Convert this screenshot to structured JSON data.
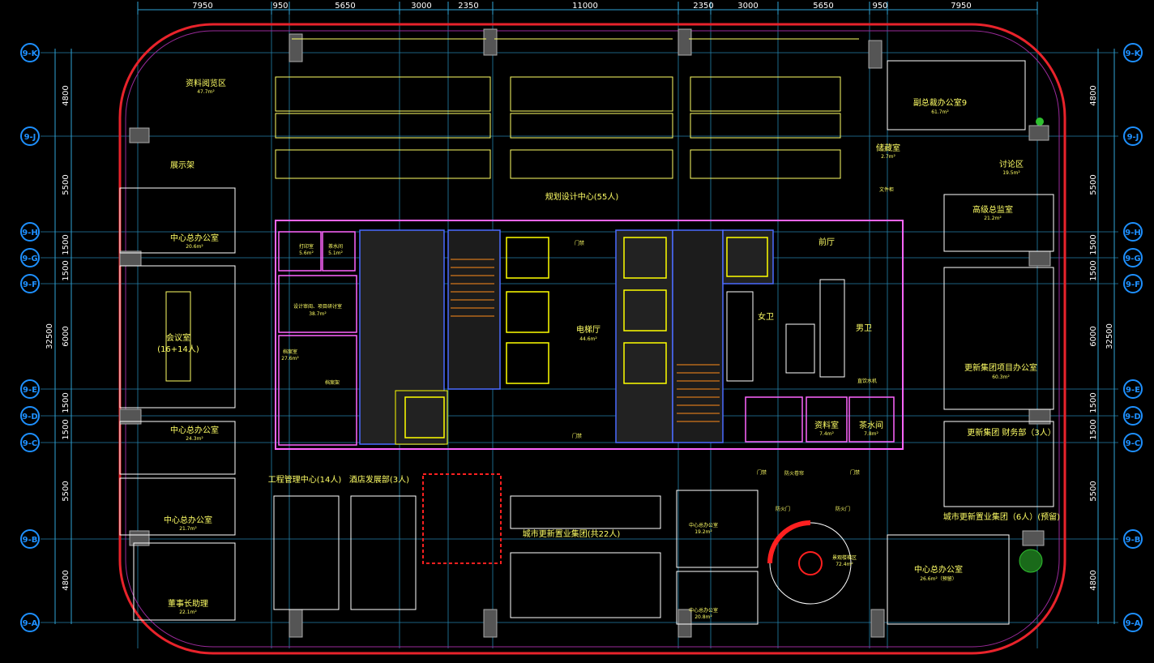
{
  "dimensions_top": [
    "7950",
    "950",
    "5650",
    "3000",
    "2350",
    "11000",
    "2350",
    "3000",
    "5650",
    "950",
    "7950"
  ],
  "dimensions_left": [
    "4800",
    "5500",
    "1500",
    "1500",
    "6000",
    "1500",
    "1500",
    "5500",
    "4800"
  ],
  "dimensions_right": [
    "4800",
    "5500",
    "1500",
    "1500",
    "6000",
    "1500",
    "1500",
    "5500",
    "4800"
  ],
  "dim_total_left": "32500",
  "dim_total_right": "32500",
  "axis_labels": [
    "9-K",
    "9-J",
    "9-H",
    "9-G",
    "9-F",
    "9-E",
    "9-D",
    "9-C",
    "9-B",
    "9-A"
  ],
  "rooms": {
    "planning_center": "规划设计中心(55人)",
    "data_area": "资料阅览区",
    "data_area_sub": "47.7m²",
    "display": "展示架",
    "center_office_1": "中心总办公室",
    "center_office_1_sub": "20.6m²",
    "meeting": "会议室",
    "meeting_sub": "(16+14人)",
    "center_office_2": "中心总办公室",
    "center_office_2_sub": "24.3m²",
    "center_office_3": "中心总办公室",
    "center_office_3_sub": "21.7m²",
    "chairman": "董事长助理",
    "chairman_sub": "22.1m²",
    "vp_office": "副总裁办公室9",
    "vp_office_sub": "61.7m²",
    "discussion": "讨论区",
    "discussion_sub": "19.5m²",
    "storage": "储藏室",
    "storage_sub": "2.7m²",
    "file_cabinet": "文件柜",
    "exec_vp": "高级总监室",
    "exec_vp_sub": "21.2m²",
    "renewal_project": "更新集团项目办公室",
    "renewal_project_sub": "60.3m²",
    "finance": "更新集团 财务部（3人）",
    "renewal_group": "城市更新置业集团（6人）(预留)",
    "center_office_reserved": "中心总办公室",
    "center_office_reserved_sub": "26.6m²（预留）",
    "print_room": "打印室",
    "print_sub": "5.6m²",
    "tea_room_small": "茶水间",
    "tea_sub": "5.1m²",
    "design_review": "设计审阅、项目研讨室",
    "design_review_sub": "38.7m²",
    "archive": "档案室",
    "archive_sub": "27.6m²",
    "file_shelf": "档案架",
    "elevator_hall": "电梯厅",
    "elevator_hall_sub": "44.6m²",
    "door_label_1": "门禁",
    "door_label_2": "门禁",
    "door_label_3": "门禁",
    "door_label_4": "门禁",
    "front_hall": "前厅",
    "female_wc": "女卫",
    "male_wc": "男卫",
    "drink": "直饮水机",
    "data_room": "资料室",
    "data_room_sub": "7.4m²",
    "tea_room": "茶水间",
    "tea_room_sub": "7.8m²",
    "engineering": "工程管理中心(14人)",
    "hotel_dev": "酒店发展部(3人)",
    "urban_renewal": "城市更新置业集团(共22人)",
    "fire_corridor": "防火卷帘",
    "fire_door1": "防火门",
    "fire_door2": "防火门",
    "center_office_4": "中心总办公室",
    "center_office_4_sub": "19.2m²",
    "center_office_5": "中心总办公室",
    "center_office_5_sub": "20.8m²",
    "stair_lounge": "景观楼梯区",
    "stair_lounge_sub": "72.4m²"
  },
  "colors": {
    "wall_outer": "#e8232b",
    "grid": "#2fa3d6",
    "wall": "#ff66ff",
    "furniture": "#ffffff",
    "text": "#ffff66"
  }
}
